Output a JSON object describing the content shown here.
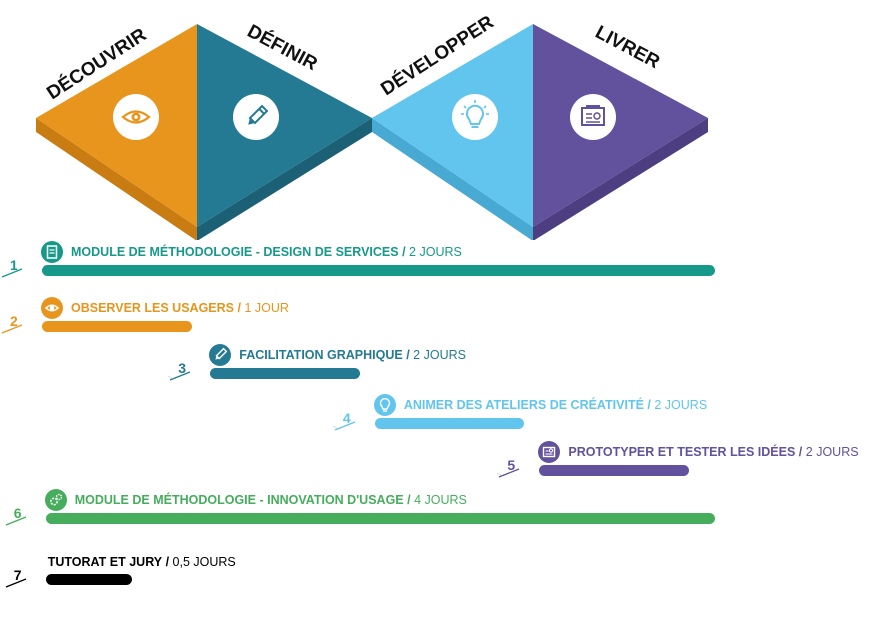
{
  "phases": [
    {
      "label": "DÉCOUVRIR",
      "color": "#e8951d",
      "shade": "#c97c12",
      "icon": "eye-icon"
    },
    {
      "label": "DÉFINIR",
      "color": "#247a93",
      "shade": "#1b6075",
      "icon": "pencil-icon"
    },
    {
      "label": "DÉVELOPPER",
      "color": "#62c5ee",
      "shade": "#48a9d3",
      "icon": "lightbulb-icon"
    },
    {
      "label": "LIVRER",
      "color": "#62519c",
      "shade": "#4c3e80",
      "icon": "blueprint-icon"
    }
  ],
  "modules": [
    {
      "number": "1",
      "title": "MODULE DE MÉTHODOLOGIE - DESIGN DE SERVICES",
      "separator": "/",
      "duration": "2 JOURS",
      "color": "#16998a",
      "icon": "document-icon",
      "start_day": 0,
      "span_days": 9
    },
    {
      "number": "2",
      "title": "OBSERVER LES USAGERS",
      "separator": "/",
      "duration": "1 JOUR",
      "color": "#e8951d",
      "icon": "eye-icon",
      "start_day": 0,
      "span_days": 2
    },
    {
      "number": "3",
      "title": "FACILITATION GRAPHIQUE",
      "separator": "/",
      "duration": "2 JOURS",
      "color": "#247a93",
      "icon": "pencil-icon",
      "start_day": 2.25,
      "span_days": 2
    },
    {
      "number": "4",
      "title": "ANIMER DES ATELIERS DE CRÉATIVITÉ ",
      "separator": "/",
      "duration": "2 JOURS",
      "color": "#62c5ee",
      "icon": "lightbulb-icon",
      "start_day": 4.45,
      "span_days": 2
    },
    {
      "number": "5",
      "title": "PROTOTYPER ET TESTER LES IDÉES",
      "separator": "/",
      "duration": "2 JOURS",
      "color": "#62519c",
      "icon": "blueprint-icon",
      "start_day": 6.65,
      "span_days": 2
    },
    {
      "number": "6",
      "title": "MODULE DE MÉTHODOLOGIE - INNOVATION D'USAGE",
      "separator": "/",
      "duration": "4 JOURS",
      "color": "#45ad5c",
      "icon": "gears-icon",
      "start_day": 0.05,
      "span_days": 8.95
    },
    {
      "number": "7",
      "title": "TUTORAT ET JURY",
      "separator": "/",
      "duration": "0,5 JOURS",
      "color": "#000000",
      "icon": "",
      "start_day": 0.05,
      "span_days": 1.15
    }
  ]
}
